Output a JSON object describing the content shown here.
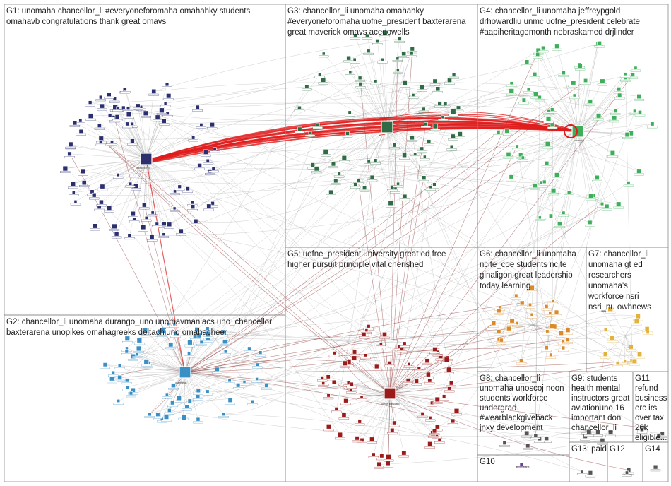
{
  "groups": [
    {
      "id": "G1",
      "lines": [
        "G1: unomaha chancellor_li #everyoneforomaha omahahky students",
        "omahavb congratulations thank great omavs"
      ],
      "color": "#2b2f6e"
    },
    {
      "id": "G2",
      "lines": [
        "G2: chancellor_li unomaha durango_uno unomavmaniacs uno_chancellor",
        "baxterarena unopikes omahagreeks deltachiuno omahacheer"
      ],
      "color": "#3a8fc4"
    },
    {
      "id": "G3",
      "lines": [
        "G3: chancellor_li unomaha omahahky",
        "#everyoneforomaha uofne_president baxterarena",
        "great maverick omavs acedowells"
      ],
      "color": "#2f6b45"
    },
    {
      "id": "G4",
      "lines": [
        "G4: chancellor_li unomaha jeffreypgold",
        "drhowardliu unmc uofne_president celebrate",
        "#aapiheritagemonth nebraskamed drjlinder"
      ],
      "color": "#3fae5b"
    },
    {
      "id": "G5",
      "lines": [
        "G5: uofne_president university great ed free",
        "higher pursuit principle vital cherished"
      ],
      "color": "#9b1b1b"
    },
    {
      "id": "G6",
      "lines": [
        "G6: chancellor_li unomaha",
        "ncite_coe students ncite",
        "ginaligon great leadership",
        "today learning"
      ],
      "color": "#d98a2b"
    },
    {
      "id": "G7",
      "lines": [
        "G7: chancellor_li",
        "unomaha gt ed",
        "researchers",
        "unomaha's",
        "workforce nsri",
        "nsri_nu owhnews"
      ],
      "color": "#e3b23c"
    },
    {
      "id": "G8",
      "lines": [
        "G8: chancellor_li",
        "unomaha unoscoj noon",
        "students workforce",
        "undergrad",
        "#wearblackgiveback",
        "jnxy development"
      ],
      "color": "#555555"
    },
    {
      "id": "G9",
      "lines": [
        "G9: students",
        "health mental",
        "instructors great",
        "aviationuno 16",
        "important don",
        "chancellor_li"
      ],
      "color": "#555555"
    },
    {
      "id": "G10",
      "lines": [
        "G10"
      ],
      "color": "#6a3d9a"
    },
    {
      "id": "G11",
      "lines": [
        "G11:",
        "refund",
        "business",
        "erc irs",
        "over tax",
        "26k",
        "eligible..."
      ],
      "color": "#555555"
    },
    {
      "id": "G12",
      "lines": [
        "G12"
      ],
      "color": "#555555"
    },
    {
      "id": "G13",
      "lines": [
        "G13: paid"
      ],
      "color": "#555555"
    },
    {
      "id": "G14",
      "lines": [
        "G14"
      ],
      "color": "#555555"
    }
  ],
  "hub_labels": {
    "g1_hub": "chancellor_li",
    "g2_hub": "unomaha",
    "g4_hub": "unomaha",
    "g5_hub": "uofne_president",
    "g10_hub": "baxterarena"
  },
  "colors": {
    "edge_gray": "#9a9a9a",
    "edge_red": "#e01b1b",
    "edge_dark_red": "#8a2a2a",
    "panel_border": "#8a8a8a"
  }
}
